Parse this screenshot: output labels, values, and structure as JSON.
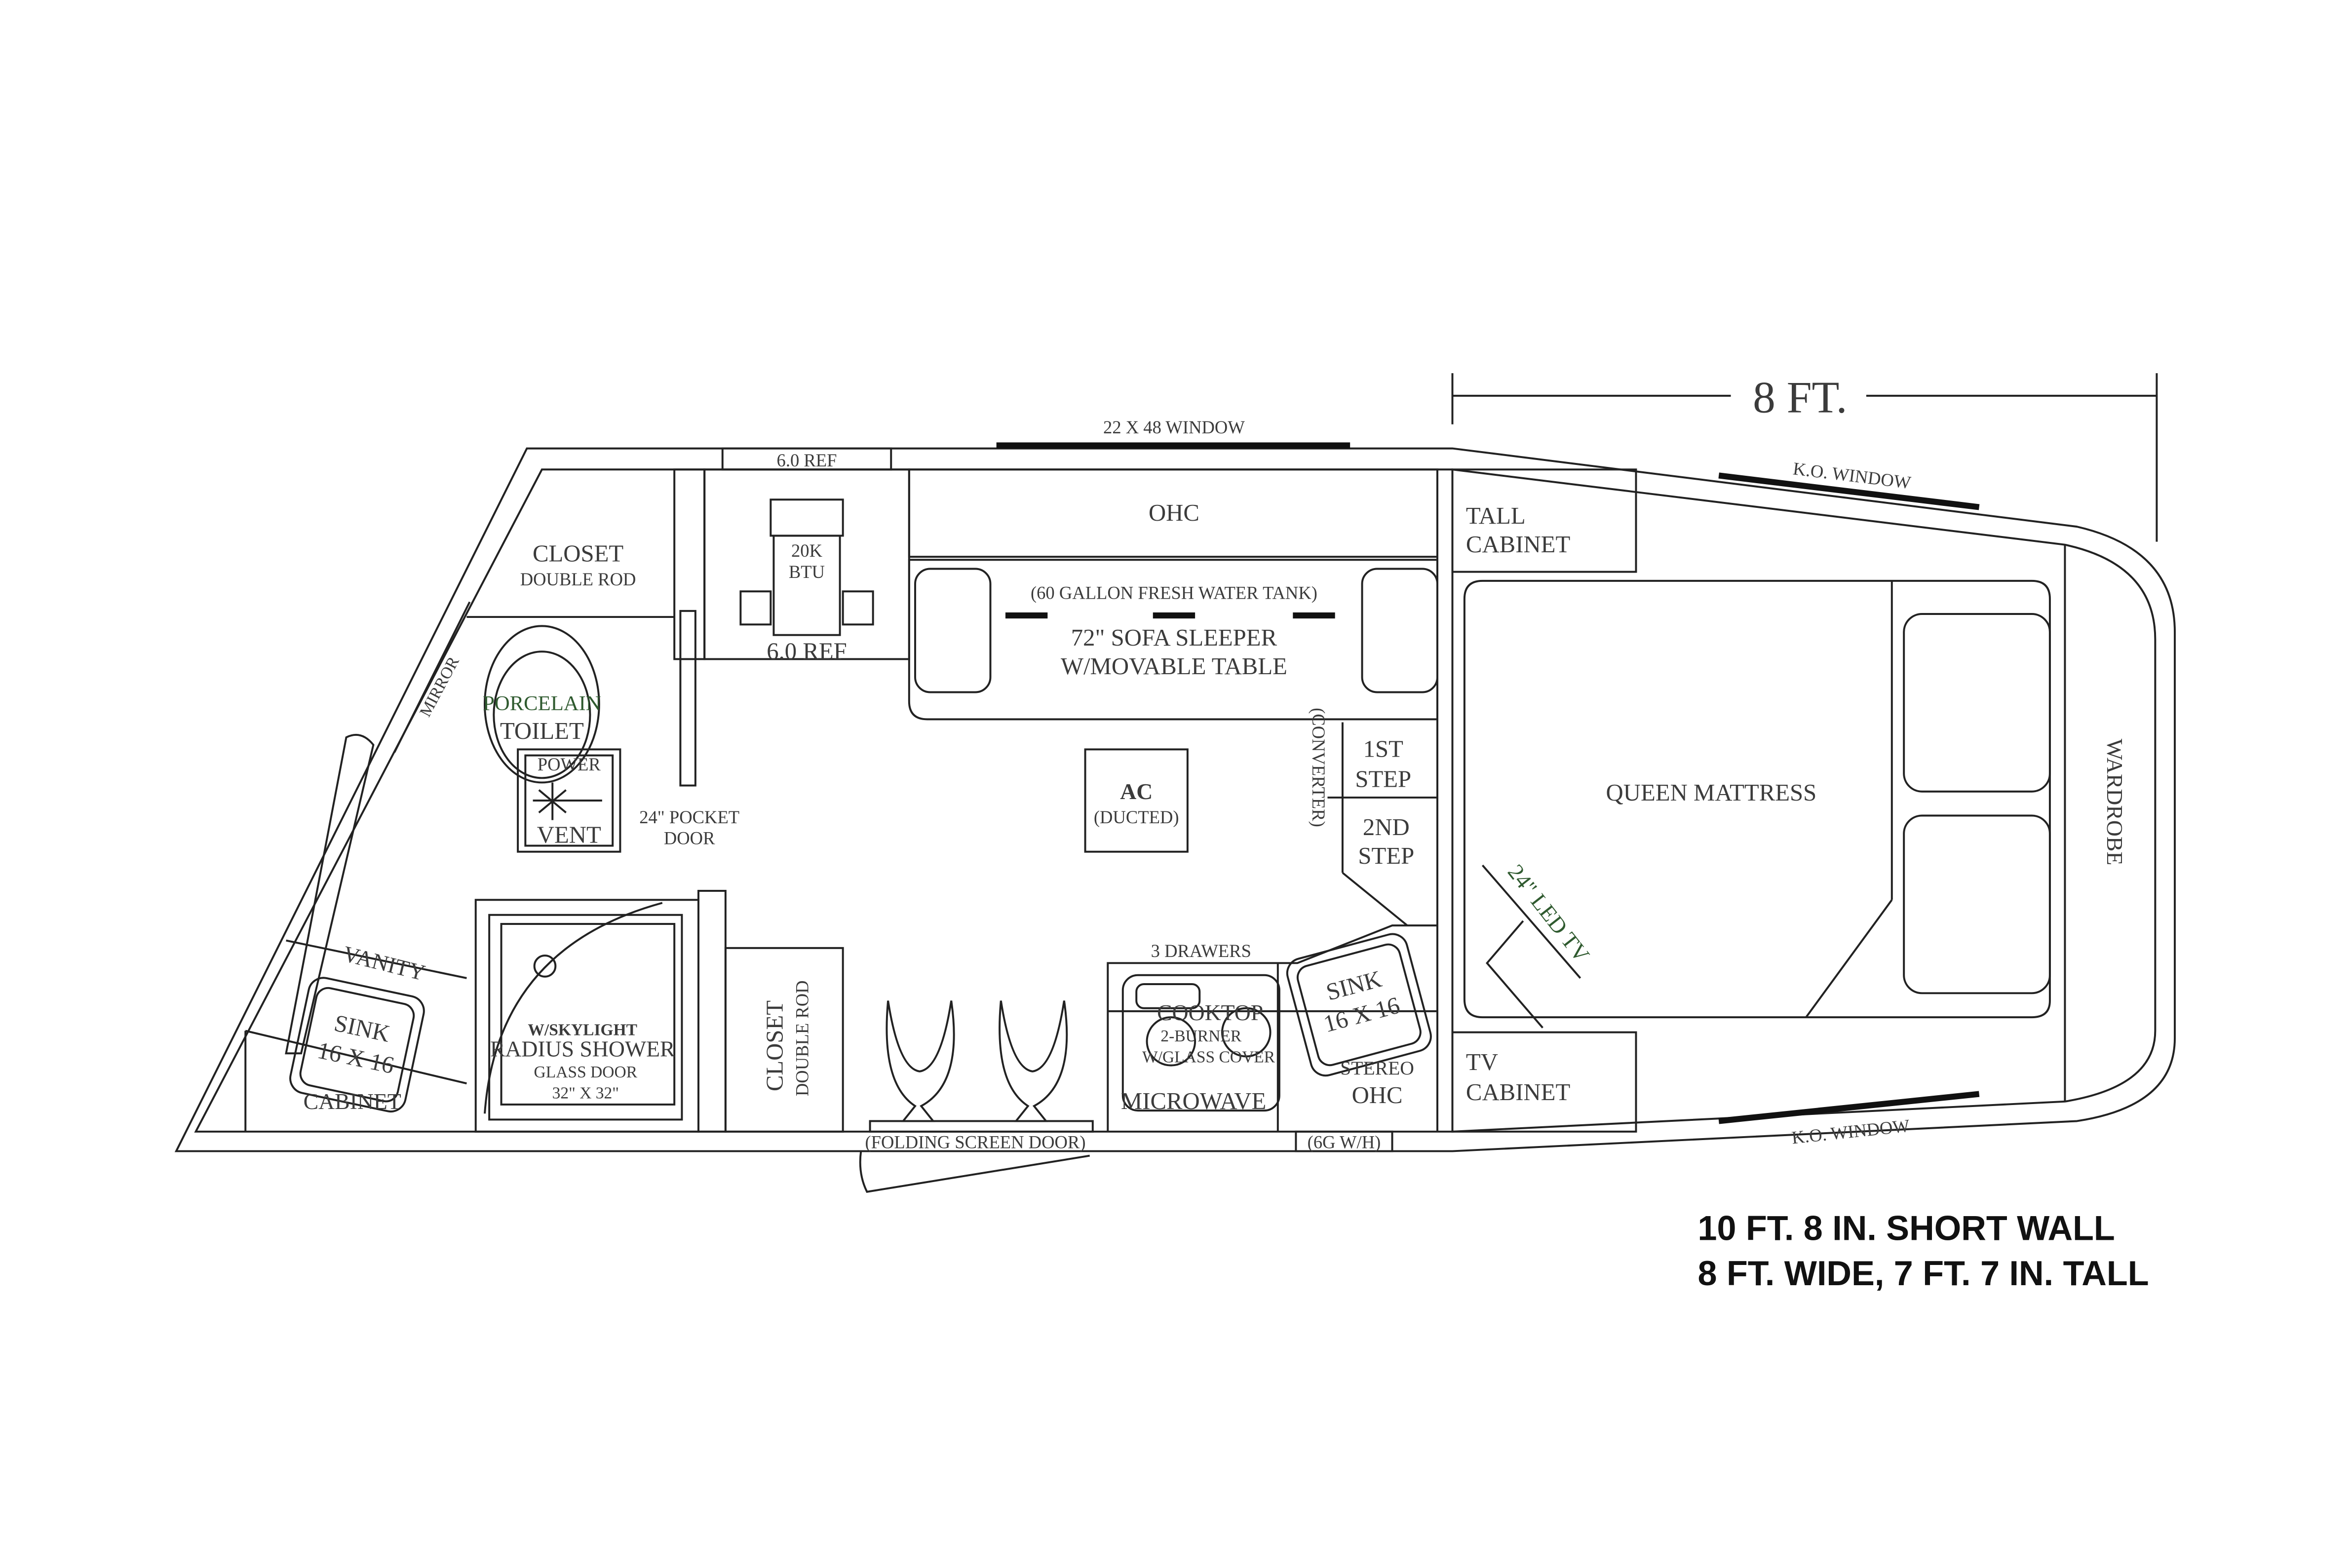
{
  "dimension_top": "8 FT.",
  "windows": {
    "top": "22 X 48 WINDOW",
    "ko_top": "K.O. WINDOW",
    "ko_bottom": "K.O. WINDOW"
  },
  "ref_top": "6.0 REF",
  "ref_bottom": "6.0 REF",
  "furnace": [
    "20K",
    "BTU"
  ],
  "closet_front": {
    "title": "CLOSET",
    "sub": "DOUBLE ROD"
  },
  "mirror": "MIRROR",
  "toilet": {
    "material": "PORCELAIN",
    "name": "TOILET"
  },
  "vent": {
    "top": "POWER",
    "bottom": "VENT"
  },
  "pocket_door": [
    "24\" POCKET",
    "DOOR"
  ],
  "vanity": "VANITY",
  "bath_sink": {
    "name": "SINK",
    "size": "16 X 16"
  },
  "bath_cabinet": "CABINET",
  "shower": {
    "l1": "W/SKYLIGHT",
    "l2": "RADIUS SHOWER",
    "l3": "GLASS DOOR",
    "l4": "32\" X 32\""
  },
  "closet_rear": {
    "title": "CLOSET",
    "sub": "DOUBLE ROD"
  },
  "ohc_top": "OHC",
  "water_tank": "(60 GALLON FRESH WATER TANK)",
  "sofa": [
    "72\" SOFA SLEEPER",
    "W/MOVABLE TABLE"
  ],
  "ac": {
    "title": "AC",
    "sub": "(DUCTED)"
  },
  "converter": "(CONVERTER)",
  "steps": {
    "first": [
      "1ST",
      "STEP"
    ],
    "second": [
      "2ND",
      "STEP"
    ]
  },
  "drawers": "3 DRAWERS",
  "cooktop": {
    "l1": "COOKTOP",
    "l2": "2-BURNER",
    "l3": "W/GLASS COVER"
  },
  "microwave": "MICROWAVE",
  "kitchen_sink": {
    "name": "SINK",
    "size": "16 X 16"
  },
  "stereo": {
    "l1": "STEREO",
    "l2": "OHC"
  },
  "screen_door": "(FOLDING SCREEN DOOR)",
  "water_heater": "(6G W/H)",
  "tall_cabinet": [
    "TALL",
    "CABINET"
  ],
  "tv_cabinet": [
    "TV",
    "CABINET"
  ],
  "mattress": "QUEEN MATTRESS",
  "led_tv": "24\" LED TV",
  "wardrobe": "WARDROBE",
  "specs": [
    "10 FT. 8 IN. SHORT WALL",
    "8 FT. WIDE, 7 FT. 7 IN. TALL"
  ]
}
